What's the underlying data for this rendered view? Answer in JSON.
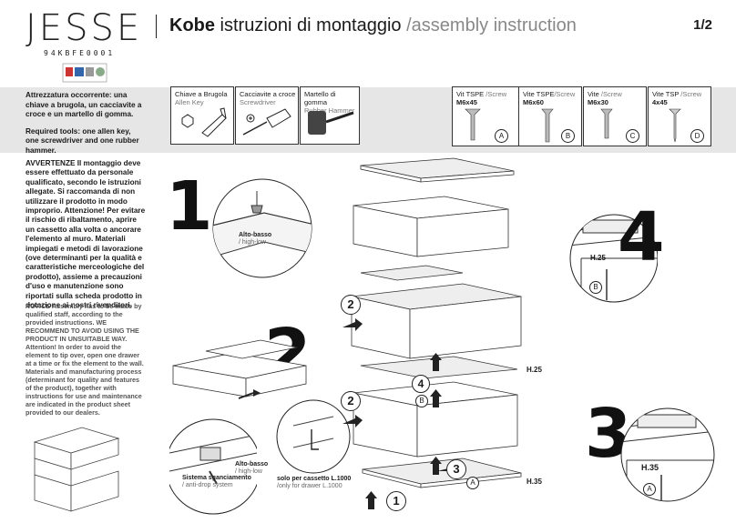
{
  "header": {
    "brand": "JESSE",
    "code": "94KBFE0001",
    "title_bold": "Kobe",
    "title_it": " istruzioni di montaggio ",
    "title_en": "/assembly instruction",
    "page": "1/2"
  },
  "tools_intro": {
    "it": "Attrezzatura occorrente: una chiave a brugola, un cacciavite a croce e un martello di gomma.",
    "en": "Required tools: one allen key, one screwdriver and one rubber hammer."
  },
  "tools": [
    {
      "it": "Chiave a Brugola",
      "en": "Allen Key",
      "icon": "allen-key-icon"
    },
    {
      "it": "Cacciavite a croce",
      "en": "Screwdriver",
      "icon": "screwdriver-icon"
    },
    {
      "it": "Martello di gomma",
      "en": "Rubber Hammer",
      "icon": "rubber-hammer-icon"
    }
  ],
  "screws": [
    {
      "it": "Vit TSPE",
      "en": " /Screw",
      "size": "M6x45",
      "letter": "A"
    },
    {
      "it": "Vite TSPE",
      "en": "/Screw",
      "size": "M6x60",
      "letter": "B"
    },
    {
      "it": "Vite",
      "en": " /Screw",
      "size": "M6x30",
      "letter": "C"
    },
    {
      "it": "Vite TSP",
      "en": " /Screw",
      "size": "4x45",
      "letter": "D"
    }
  ],
  "warning": {
    "lead": "AVVERTENZE",
    "text": " Il montaggio deve essere effettuato da personale qualificato, secondo le istruzioni allegate. Si raccomanda di non utilizzare il prodotto in modo improprio. Attenzione! Per evitare il rischio di ribaltamento, aprire un cassetto alla volta o ancorare l'elemento al muro. Materiali impiegati e metodi di lavorazione (ove determinanti per la qualità e caratteristiche merceologiche del prodotto), assieme a precauzioni d'uso e manutenzione sono riportati sulla scheda prodotto in dotazione ai nostri rivenditori."
  },
  "notice": {
    "lead": "NOTICE",
    "text": " Assembly has to be made by qualified staff, according to the provided instructions. WE RECOMMEND TO AVOID USING THE PRODUCT IN UNSUITABLE WAY. Attention! In order to avoid the element to tip over, open one drawer at a time or fix the element to the wall. Materials and manufacturing process (determinant for quality and features of the product), together with instructions for use and maintenance are indicated in the product sheet provided to our dealers."
  },
  "steps": {
    "s1": "1",
    "s2": "2",
    "s3": "3",
    "s4": "4",
    "alto_basso_it": "Alto-basso",
    "alto_basso_en": "/ high-low",
    "sistema_it": "Sistema sganciamento",
    "sistema_en": "/ anti-drop system",
    "solo_it": "solo per cassetto L.1000",
    "solo_en": "/only for drawer L.1000",
    "h25": "H.25",
    "h35": "H.35",
    "A": "A",
    "B": "B",
    "c1": "1",
    "c2": "2",
    "c3": "3",
    "c4": "4"
  }
}
